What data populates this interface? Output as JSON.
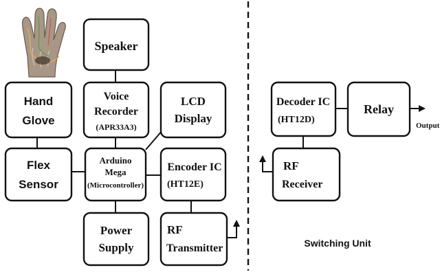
{
  "diagram": {
    "hand_glove_image": {
      "icon": "hand-glove-photo-icon"
    },
    "blocks": {
      "speaker": {
        "lines": [
          "Speaker"
        ]
      },
      "hand_glove": {
        "lines": [
          "Hand",
          "Glove"
        ]
      },
      "voice_recorder": {
        "lines": [
          "Voice",
          "Recorder",
          "(APR33A3)"
        ]
      },
      "lcd_display": {
        "lines": [
          "LCD",
          "Display"
        ]
      },
      "flex_sensor": {
        "lines": [
          "Flex",
          "Sensor"
        ]
      },
      "arduino": {
        "lines": [
          "Arduino",
          "Mega",
          "(Microcontroller)"
        ]
      },
      "encoder_ic": {
        "lines": [
          "Encoder IC",
          "(HT12E)"
        ]
      },
      "power_supply": {
        "lines": [
          "Power",
          "Supply"
        ]
      },
      "rf_transmitter": {
        "lines": [
          "RF",
          "Transmitter"
        ]
      },
      "decoder_ic": {
        "lines": [
          "Decoder IC",
          "(HT12D)"
        ]
      },
      "relay": {
        "lines": [
          "Relay"
        ]
      },
      "rf_receiver": {
        "lines": [
          "RF",
          "Receiver"
        ]
      }
    },
    "output_label": "Output",
    "switching_unit_label": "Switching Unit"
  }
}
